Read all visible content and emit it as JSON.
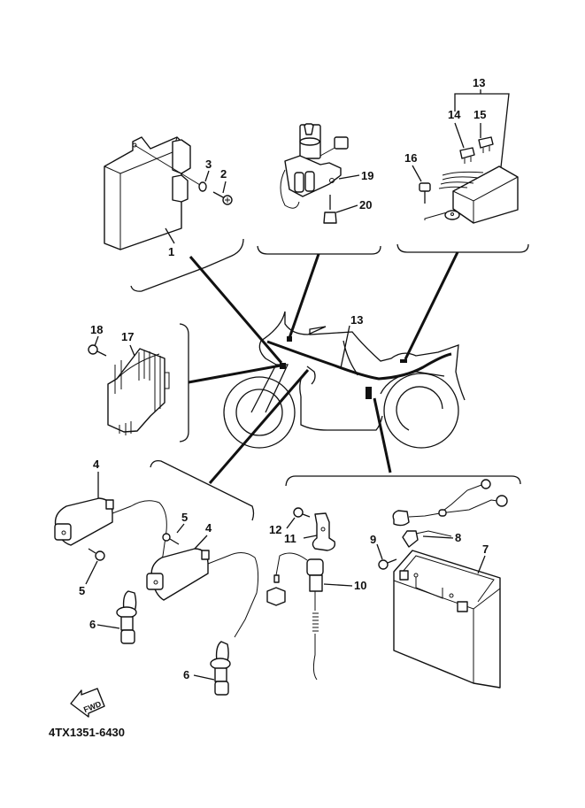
{
  "diagram": {
    "title_code": "4TX1351-6430",
    "fwd_arrow_label": "FWD",
    "callouts": {
      "c1": "1",
      "c2": "2",
      "c3": "3",
      "c4a": "4",
      "c4b": "4",
      "c5a": "5",
      "c5b": "5",
      "c6a": "6",
      "c6b": "6",
      "c7": "7",
      "c8": "8",
      "c9": "9",
      "c10": "10",
      "c11": "11",
      "c12": "12",
      "c13_top": "13",
      "c13_bike": "13",
      "c14": "14",
      "c15": "15",
      "c16": "16",
      "c17": "17",
      "c18": "18",
      "c19": "19",
      "c20": "20"
    },
    "groups": [
      {
        "name": "ecu-unit",
        "parts": [
          "1",
          "2",
          "3"
        ]
      },
      {
        "name": "main-switch",
        "parts": [
          "19",
          "20"
        ]
      },
      {
        "name": "fuse-box",
        "parts": [
          "13",
          "14",
          "15",
          "16"
        ]
      },
      {
        "name": "rectifier-regulator",
        "parts": [
          "17",
          "18"
        ]
      },
      {
        "name": "ignition-coils",
        "parts": [
          "4",
          "5",
          "6"
        ]
      },
      {
        "name": "battery-and-sensors",
        "parts": [
          "7",
          "8",
          "9",
          "10",
          "11",
          "12"
        ]
      }
    ]
  }
}
